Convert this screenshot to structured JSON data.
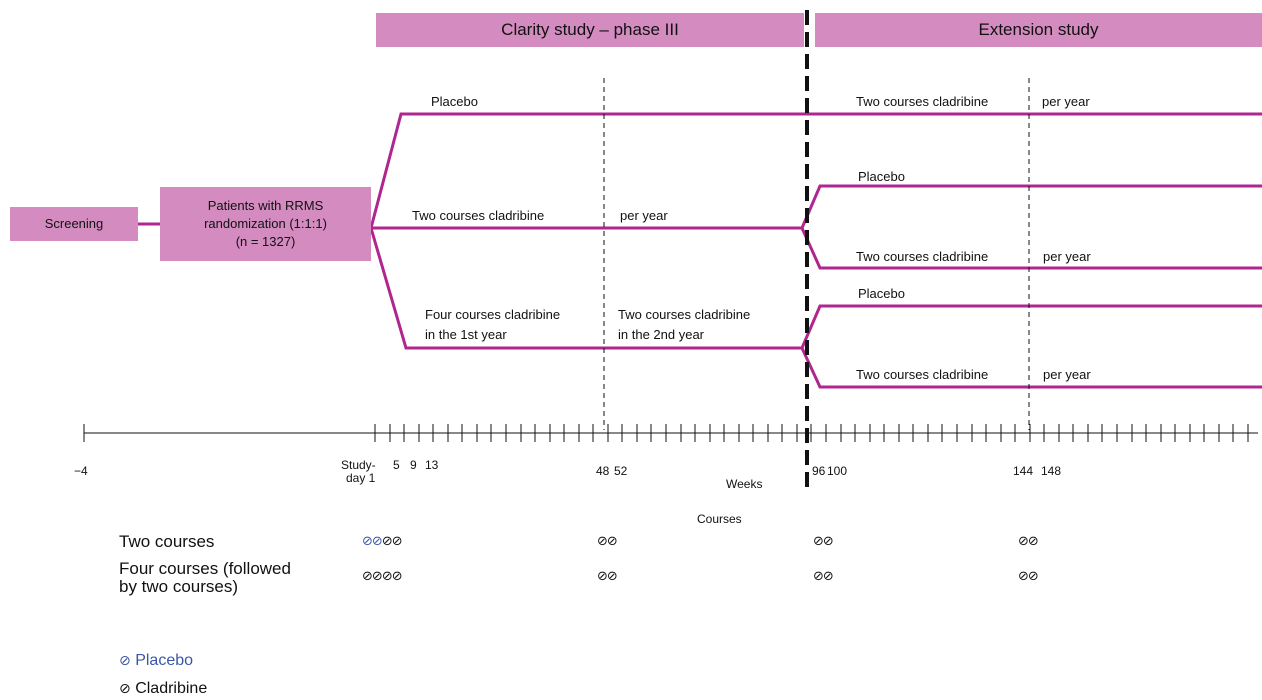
{
  "banners": {
    "clarity": "Clarity study – phase III",
    "extension": "Extension study"
  },
  "boxes": {
    "screening": "Screening",
    "patients_line1": "Patients with RRMS",
    "patients_line2": "randomization (1:1:1)",
    "patients_line3": "(n = 1327)"
  },
  "arm_labels": {
    "placebo_top": "Placebo",
    "two_courses_left": "Two courses cladribine",
    "per_year_mid": "per year",
    "four_courses_line1": "Four courses cladribine",
    "four_courses_line2": "in the 1st year",
    "two_courses_2nd_line1": "Two courses cladribine",
    "two_courses_2nd_line2": "in the 2nd year",
    "ext_two_courses_1": "Two courses cladribine",
    "ext_per_year_1": "per year",
    "ext_placebo_2": "Placebo",
    "ext_two_courses_3": "Two courses cladribine",
    "ext_per_year_3": "per year",
    "ext_placebo_4": "Placebo",
    "ext_two_courses_5": "Two courses cladribine",
    "ext_per_year_5": "per year"
  },
  "axis": {
    "minus4": "−4",
    "study_day_line1": "Study-",
    "study_day_line2": "day 1",
    "t5": "5",
    "t9": "9",
    "t13": "13",
    "t48": "48",
    "t52": "52",
    "t96": "96",
    "t100": "100",
    "t144": "144",
    "t148": "148",
    "weeks": "Weeks",
    "courses": "Courses"
  },
  "course_rows": {
    "two_courses": "Two courses",
    "four_courses_line1": "Four courses (followed",
    "four_courses_line2": "by two courses)"
  },
  "pill_glyph": "⊘",
  "legend": {
    "placebo": "Placebo",
    "cladribine": "Cladribine"
  },
  "colors": {
    "box": "#d48bc0",
    "arm_line": "#b0268f",
    "placebo_pill": "#3b57a8",
    "clad_pill": "#111111"
  }
}
